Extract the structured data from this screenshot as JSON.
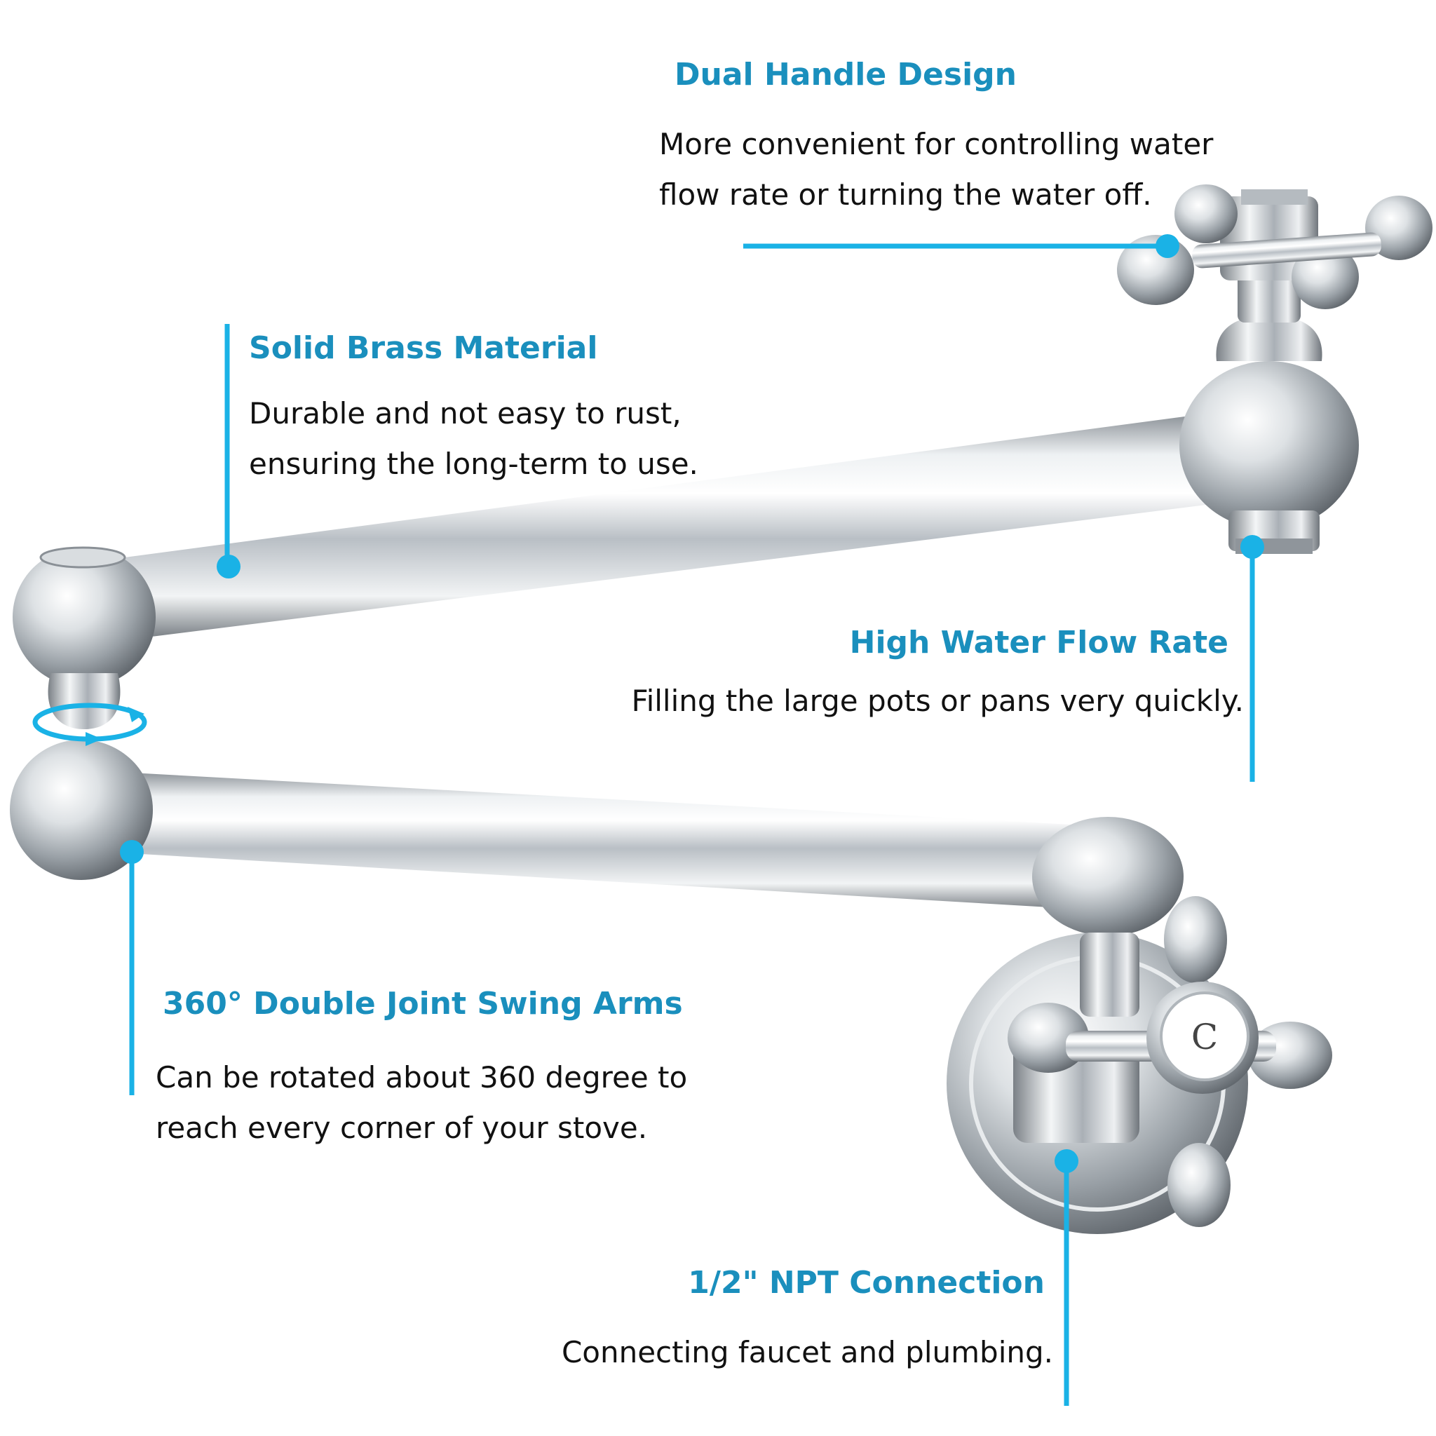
{
  "colors": {
    "accent": "#1ab2e6",
    "title": "#1a8fbd",
    "text": "#111111",
    "chrome": "#c9ced3"
  },
  "callouts": [
    {
      "id": "dual-handle",
      "title": "Dual Handle Design",
      "lines": [
        "More convenient for controlling water",
        "flow rate or turning the water off."
      ]
    },
    {
      "id": "solid-brass",
      "title": "Solid Brass Material",
      "lines": [
        "Durable and not easy to rust,",
        "ensuring the long-term to use."
      ]
    },
    {
      "id": "high-flow",
      "title": "High Water Flow Rate",
      "lines": [
        "Filling the large pots or pans very quickly."
      ]
    },
    {
      "id": "swing-arms",
      "title": "360° Double Joint Swing Arms",
      "lines": [
        "Can be rotated about 360 degree to",
        "reach every corner of your stove."
      ]
    },
    {
      "id": "npt-connection",
      "title": "1/2\" NPT Connection",
      "lines": [
        "Connecting faucet and plumbing."
      ]
    }
  ],
  "valve_cap_letter": "C"
}
